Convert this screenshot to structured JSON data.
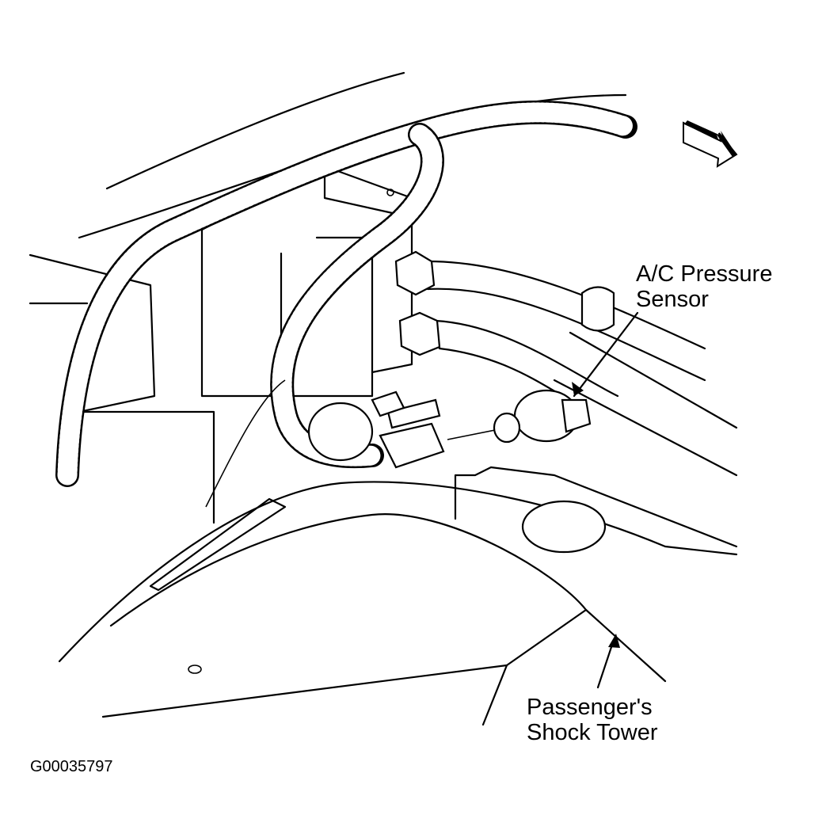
{
  "labels": {
    "ac_pressure_sensor": [
      "A/C Pressure",
      "Sensor"
    ],
    "shock_tower": [
      "Passenger's",
      "Shock Tower"
    ]
  },
  "figure_id": "G00035797",
  "icons": {
    "direction_arrow": "front-direction-arrow-icon"
  }
}
